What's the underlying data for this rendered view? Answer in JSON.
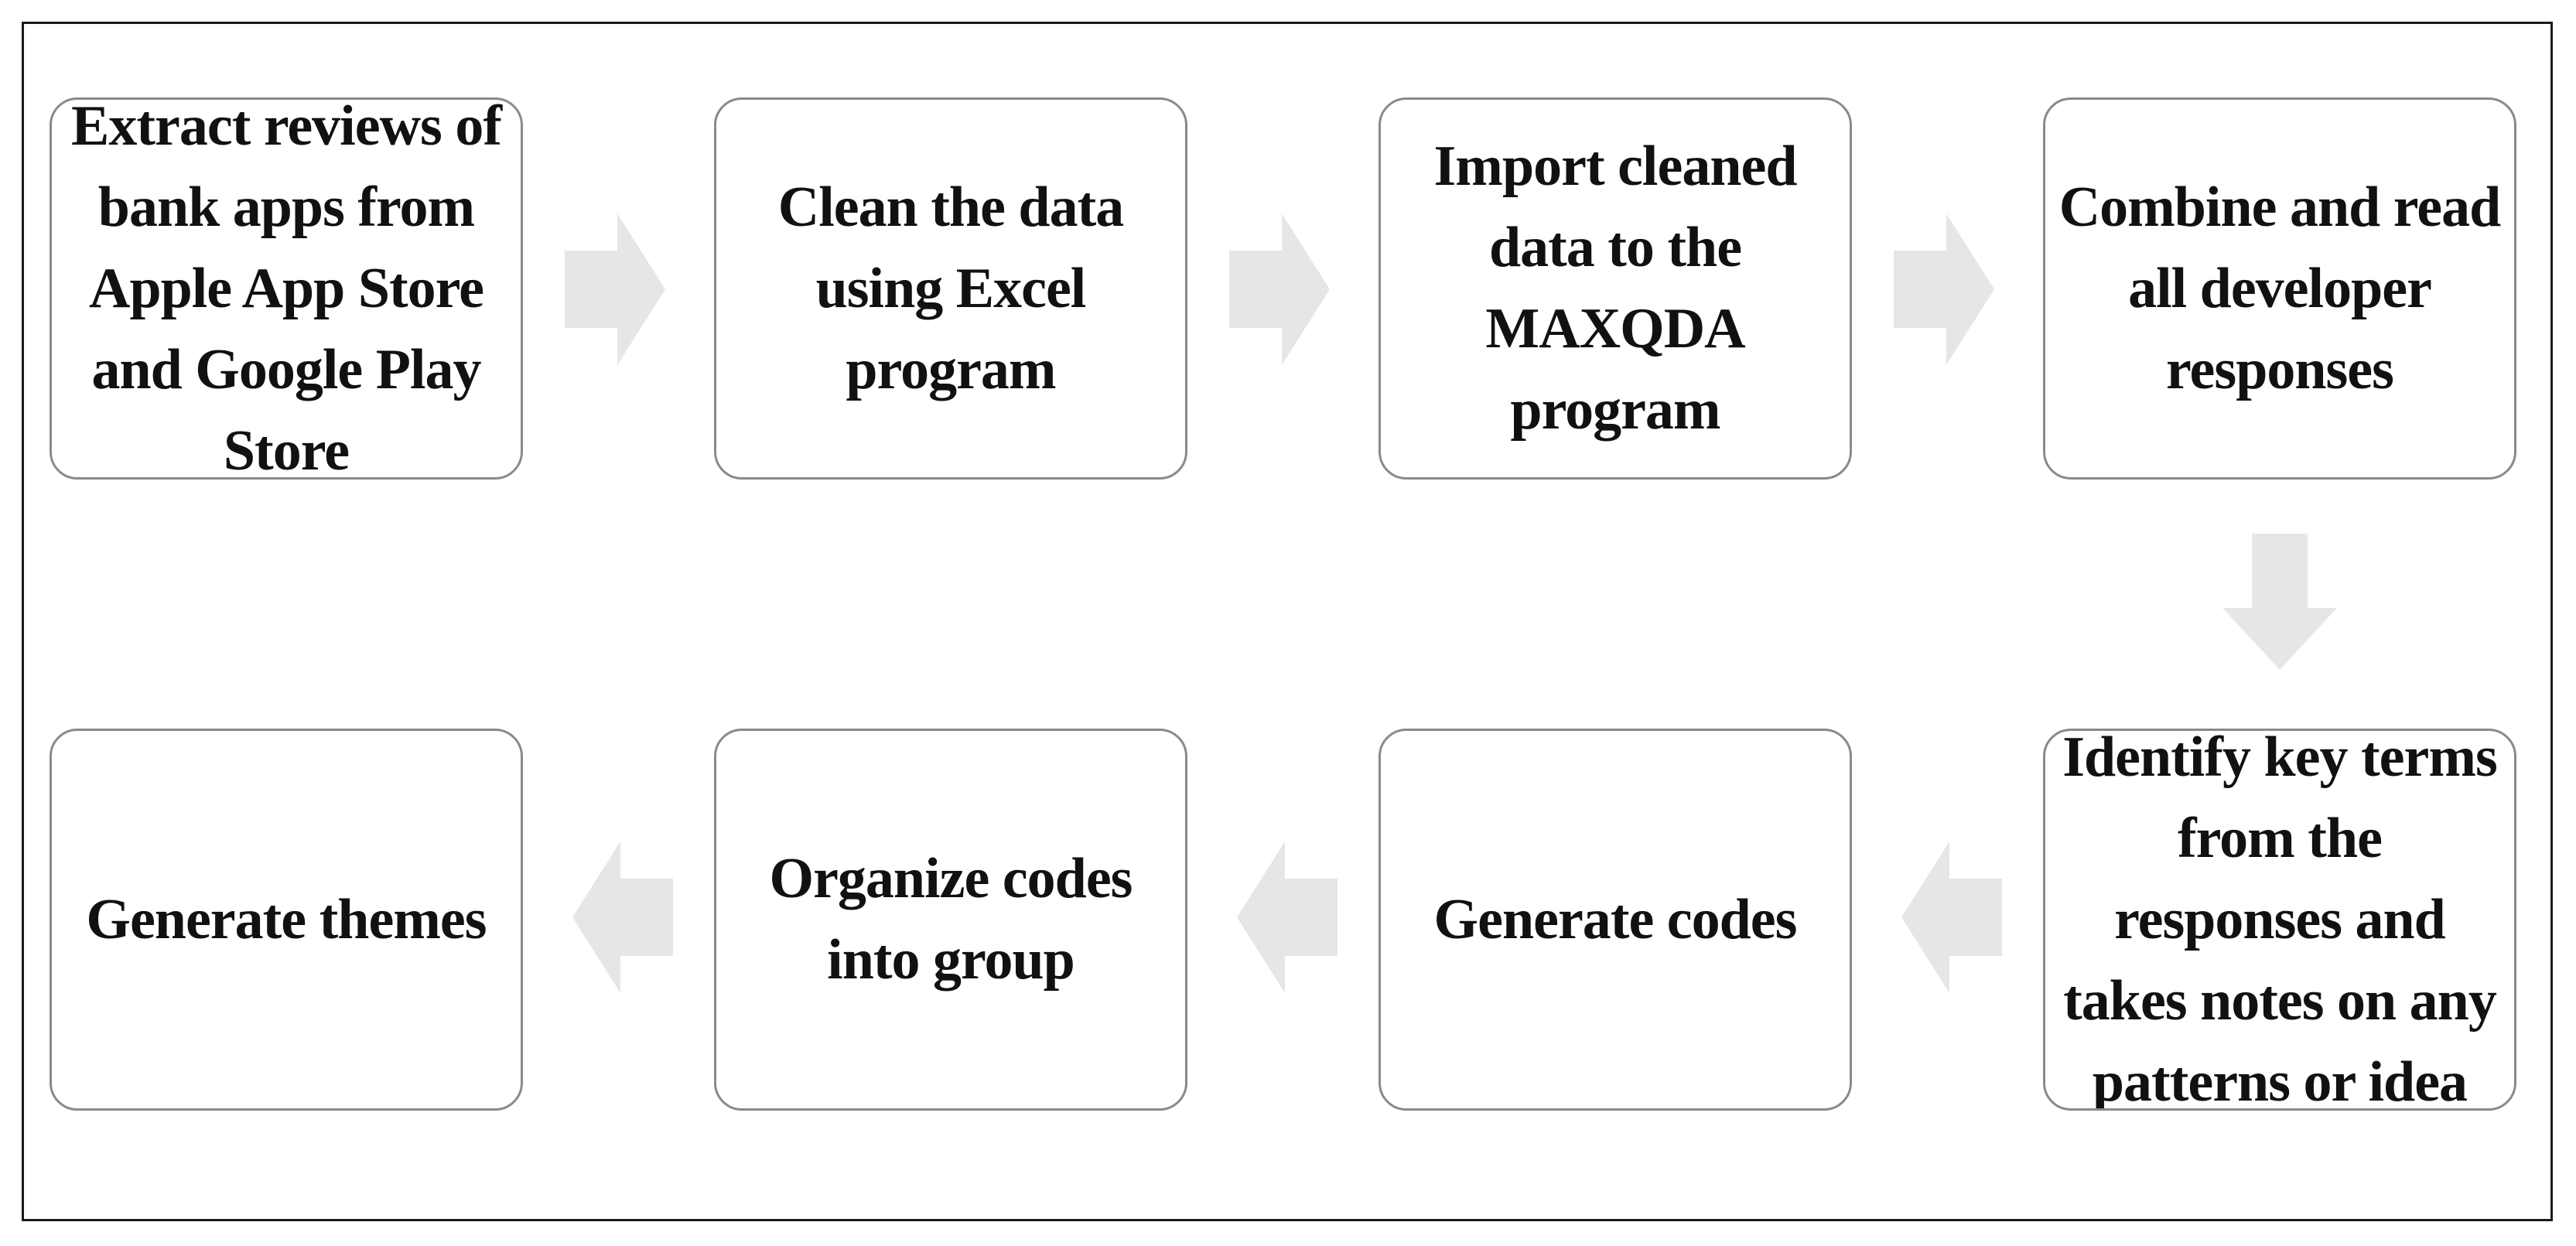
{
  "diagram": {
    "steps": [
      {
        "text": "Extract reviews of\nbank apps from\nApple App Store\nand Google Play\nStore"
      },
      {
        "text": "Clean the data\nusing Excel\nprogram"
      },
      {
        "text": "Import cleaned\ndata to the\nMAXQDA\nprogram"
      },
      {
        "text": "Combine and read\nall developer\nresponses"
      },
      {
        "text": "Identify key terms\nfrom the\nresponses and\ntakes notes on any\npatterns or idea"
      },
      {
        "text": "Generate codes"
      },
      {
        "text": "Organize codes\ninto group"
      },
      {
        "text": "Generate themes"
      }
    ],
    "colors": {
      "box_border": "#8a8a8a",
      "arrow_fill": "#e6e6e6",
      "frame_border": "#1a1a1a",
      "text": "#111111"
    }
  }
}
